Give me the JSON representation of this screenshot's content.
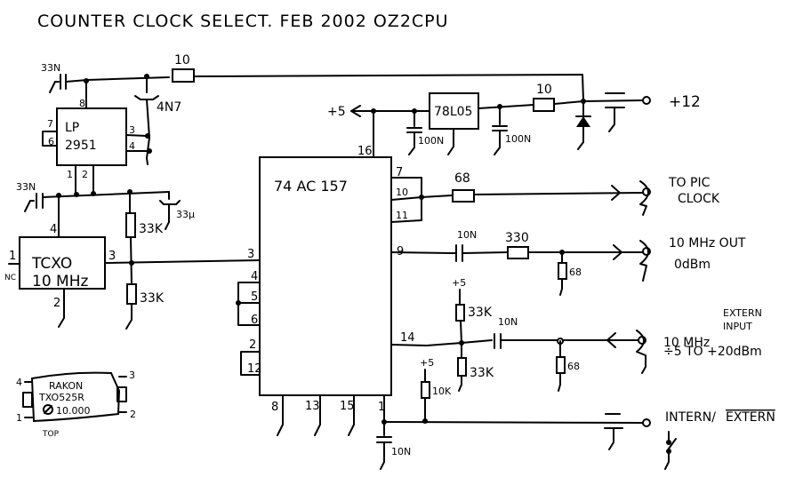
{
  "title": "COUNTER CLOCK SELECT. FEB 2002 OZ2CPU",
  "power": {
    "supply_label": "+12",
    "rail_5v_label": "+5",
    "regulator_label": "78L05",
    "input_resistor": "10",
    "cap_in": "100N",
    "cap_out": "100N",
    "lp_feed_resistor": "10"
  },
  "lp2951": {
    "name_line1": "LP",
    "name_line2": "2951",
    "pins": {
      "p8": "8",
      "p7": "7",
      "p6": "6",
      "p3": "3",
      "p4": "4",
      "p1": "1",
      "p2": "2"
    },
    "cap_in": "33N",
    "cap_tant": "4N7",
    "cap_out": "33N"
  },
  "tcxo": {
    "name_line1": "TCXO",
    "name_line2": "10 MHz",
    "pins": {
      "p1": "1",
      "p2": "2",
      "p3": "3",
      "p4": "4"
    },
    "nc_label": "NC",
    "cap_bulk": "33µ",
    "r_top": "33K",
    "r_bottom": "33K"
  },
  "mux": {
    "name": "74 AC 157",
    "pins": {
      "p16": "16",
      "p7": "7",
      "p10": "10",
      "p11": "11",
      "p9": "9",
      "p14": "14",
      "p3": "3",
      "p4": "4",
      "p5": "5",
      "p6": "6",
      "p2": "2",
      "p12": "12",
      "p8": "8",
      "p13": "13",
      "p15": "15",
      "p1": "1"
    }
  },
  "outputs": {
    "pic_resistor": "68",
    "pic_label_line1": "TO PIC",
    "pic_label_line2": "CLOCK",
    "out_cap": "10N",
    "out_resistor": "330",
    "out_load": "68",
    "out_label_line1": "10 MHz OUT",
    "out_label_line2": "0dBm"
  },
  "ext_input": {
    "rail_label": "+5",
    "r_up": "33K",
    "r_down": "33K",
    "cap": "10N",
    "load": "68",
    "label_line1": "10 MHz",
    "label_extern": "EXTERN",
    "label_input": "INPUT",
    "label_line2": "÷5 TO +20dBm"
  },
  "select": {
    "rail_label": "+5",
    "pullup": "10K",
    "cap": "10N",
    "label_intern": "INTERN/",
    "label_extern": "EXTERN"
  },
  "package": {
    "brand": "RAKON",
    "part": "TXO525R",
    "freq": "10.000",
    "view": "TOP",
    "pins": {
      "p1": "1",
      "p2": "2",
      "p3": "3",
      "p4": "4"
    }
  }
}
